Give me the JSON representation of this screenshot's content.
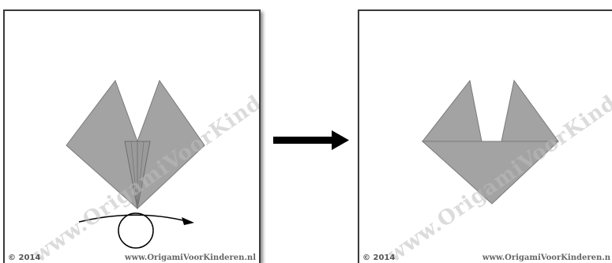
{
  "panels": [
    {
      "name": "step-before",
      "copyright": "© 2014",
      "website": "www.OrigamiVoorKinderen.nl",
      "watermark": "www.OrigamiVoorKinderen.nl"
    },
    {
      "name": "step-after",
      "copyright": "© 2014",
      "website": "www.OrigamiVoorKinderen.n",
      "watermark": "www.OrigamiVoorKinderen.nl"
    }
  ],
  "colors": {
    "paper": "#a3a3a3",
    "paper_edge": "#6e6e6e",
    "arrow": "#000000"
  }
}
